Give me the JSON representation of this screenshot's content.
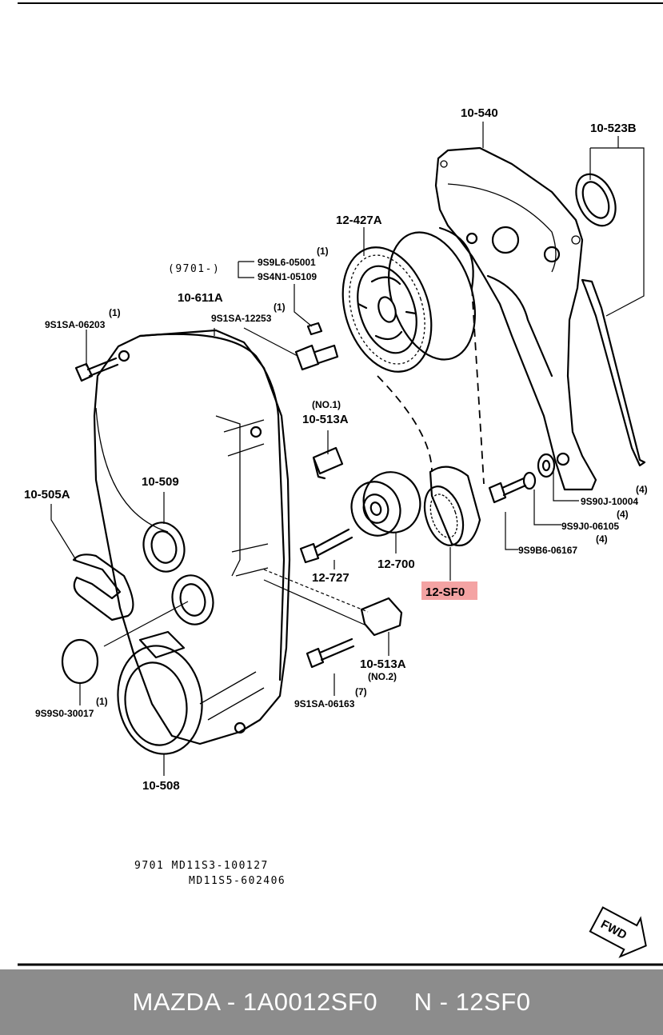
{
  "labels": {
    "p10_540": "10-540",
    "p10_523b": "10-523B",
    "p12_427a": "12-427A",
    "ref9701": "(9701-)",
    "p9s9l6": "9S9L6-05001",
    "p9s4n1": "9S4N1-05109",
    "p10_611a": "10-611A",
    "p9s1sa_12253": "9S1SA-12253",
    "p9s1sa_06203": "9S1SA-06203",
    "p10_513a_top": "10-513A",
    "no1": "(NO.1)",
    "p10_505a": "10-505A",
    "p10_509": "10-509",
    "p12_727": "12-727",
    "p12_700": "12-700",
    "p12_sf0": "12-SF0",
    "p9s90j": "9S90J-10004",
    "p9s9j0": "9S9J0-06105",
    "p9s9b6": "9S9B6-06167",
    "p10_513a_bot": "10-513A",
    "no2": "(NO.2)",
    "p9s1sa_06163": "9S1SA-06163",
    "p9s9s0": "9S9S0-30017",
    "p10_508": "10-508",
    "fwd": "FWD"
  },
  "quantities": {
    "q_9s9l6": "(1)",
    "q_12253": "(1)",
    "q_06203": "(1)",
    "q_9s90j": "(4)",
    "q_9s9j0": "(4)",
    "q_9s9b6": "(4)",
    "q_06163": "(7)",
    "q_9s9s0": "(1)"
  },
  "model_codes": {
    "line1": "9701 MD11S3-100127",
    "line2": "MD11S5-602406"
  },
  "highlight_color": "#f4a3a3",
  "footer": {
    "text": "MAZDA - 1A0012SF0     N - 12SF0"
  }
}
